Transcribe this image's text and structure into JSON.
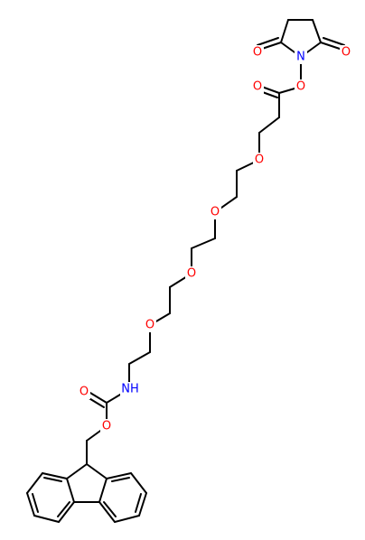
{
  "atoms": {
    "o_ketone_left": {
      "label": "O",
      "color": "#ff0000"
    },
    "o_ketone_right": {
      "label": "O",
      "color": "#ff0000"
    },
    "n_succinimide": {
      "label": "N",
      "color": "#0000ff"
    },
    "o_ester_link": {
      "label": "O",
      "color": "#ff0000"
    },
    "o_ester_carbonyl": {
      "label": "O",
      "color": "#ff0000"
    },
    "o_ether_1": {
      "label": "O",
      "color": "#ff0000"
    },
    "o_ether_2": {
      "label": "O",
      "color": "#ff0000"
    },
    "o_ether_3": {
      "label": "O",
      "color": "#ff0000"
    },
    "o_ether_4": {
      "label": "O",
      "color": "#ff0000"
    },
    "nh_amide": {
      "label": "NH",
      "color": "#0000ff"
    },
    "o_carbamate_carbonyl": {
      "label": "O",
      "color": "#ff0000"
    },
    "o_carbamate_ester": {
      "label": "O",
      "color": "#ff0000"
    }
  }
}
